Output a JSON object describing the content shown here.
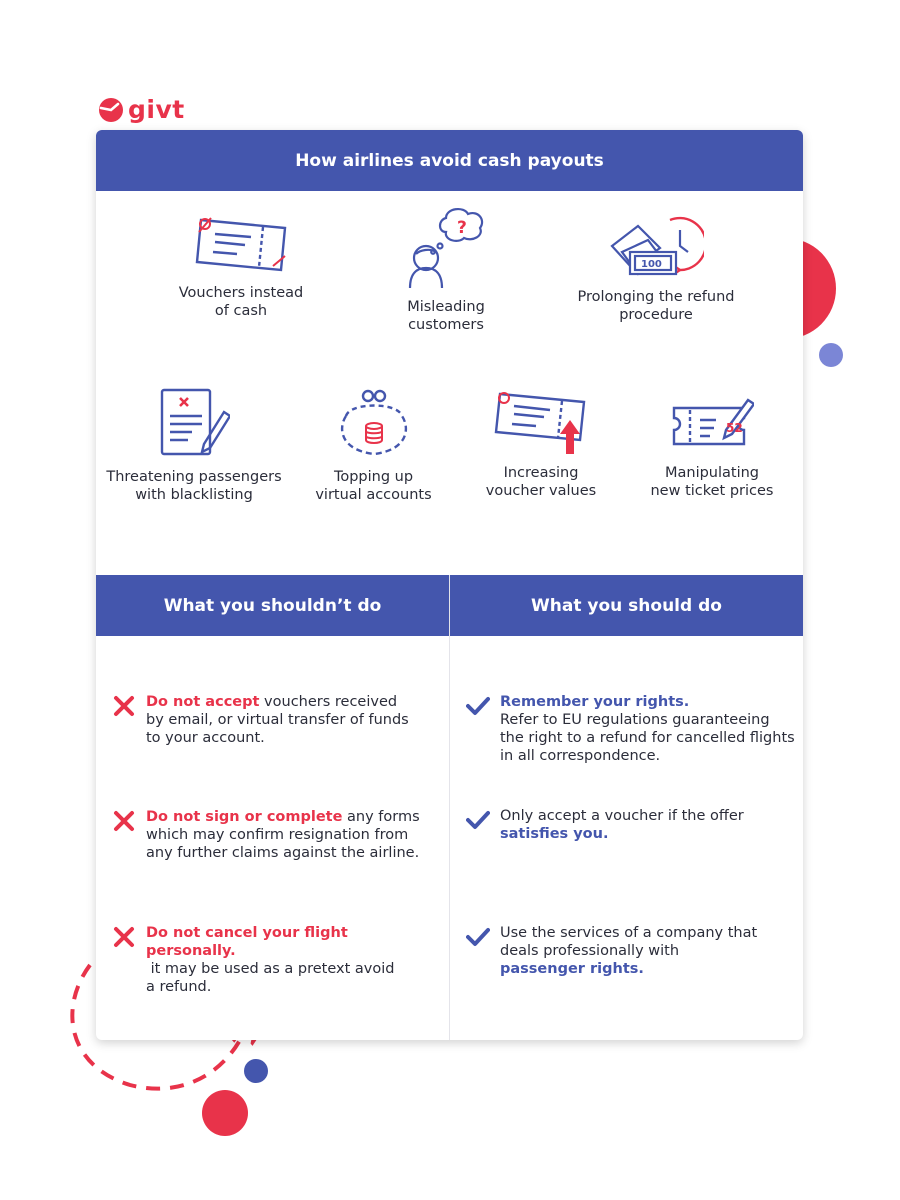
{
  "brand": {
    "name": "givt"
  },
  "colors": {
    "primary": "#4456ad",
    "accent": "#e8334a",
    "text": "#2b2d3a"
  },
  "header": {
    "title": "How airlines avoid cash payouts"
  },
  "methods": [
    {
      "label": "Vouchers instead\nof cash",
      "icon": "voucher-ticket-icon"
    },
    {
      "label": "Misleading\ncustomers",
      "icon": "confused-person-icon"
    },
    {
      "label": "Prolonging the refund\nprocedure",
      "icon": "money-clock-icon"
    },
    {
      "label": "Threatening passengers\nwith blacklisting",
      "icon": "document-pen-icon"
    },
    {
      "label": "Topping up\nvirtual accounts",
      "icon": "coin-purse-icon"
    },
    {
      "label": "Increasing\nvoucher values",
      "icon": "voucher-arrow-up-icon"
    },
    {
      "label": "Manipulating\nnew ticket prices",
      "icon": "ticket-price-pen-icon"
    }
  ],
  "price_tag": "52",
  "banknote": "100",
  "dont": {
    "title": "What you shouldn’t do",
    "items": [
      {
        "highlight": "Do not accept",
        "lines": [
          " vouchers received",
          "by email, or virtual transfer of funds",
          "to your account."
        ]
      },
      {
        "highlight": "Do not sign or complete",
        "lines": [
          " any forms",
          "which may confirm resignation from",
          "any further claims against the airline."
        ]
      },
      {
        "highlight": "Do not cancel your flight personally.",
        "lines": [
          "",
          " it may be used as a pretext avoid",
          "a refund."
        ]
      }
    ]
  },
  "do": {
    "title": "What you should do",
    "items": [
      {
        "lead": "",
        "highlight": "Remember your rights.",
        "lines": [
          "Refer to EU regulations guaranteeing",
          "the right to a refund for cancelled flights",
          "in all correspondence."
        ]
      },
      {
        "lead": "Only accept a voucher if the offer",
        "highlight": "satisfies you",
        "tail": "."
      },
      {
        "lead": "Use the services of a company that",
        "lead2": "deals professionally with",
        "highlight": "passenger rights",
        "tail": "."
      }
    ]
  }
}
